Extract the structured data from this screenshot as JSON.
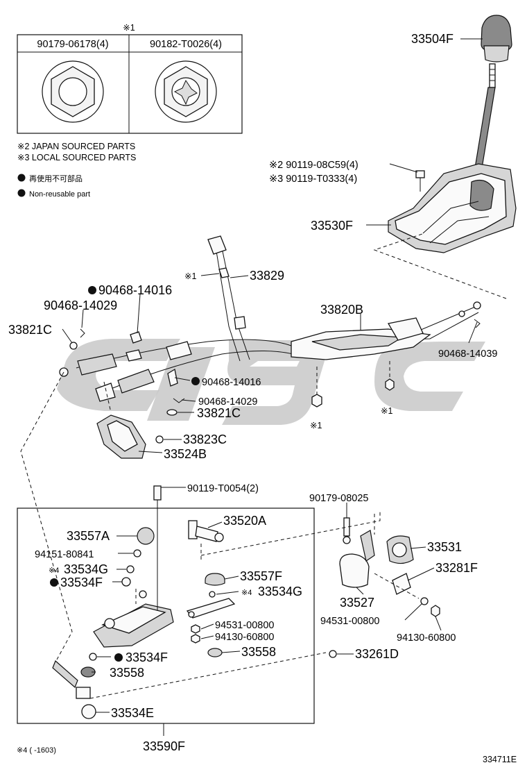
{
  "inset_table": {
    "note_mark": "※1",
    "col_left": "90179-06178(4)",
    "col_right": "90182-T0026(4)"
  },
  "notes": {
    "japan": "※2 JAPAN SOURCED PARTS",
    "local": "※3 LOCAL SOURCED PARTS",
    "nonreuse_jp": "再使用不可部品",
    "nonreuse_en": "Non-reusable part",
    "footnote4": "※4 (      -1603)"
  },
  "parts": {
    "p33504F": "33504F",
    "p90119_08C59": "※2 90119-08C59(4)",
    "p90119_T0333": "※3 90119-T0333(4)",
    "p33530F": "33530F",
    "mark1_a": "※1",
    "p33829": "33829",
    "p90468_14016_a": "90468-14016",
    "p90468_14029_a": "90468-14029",
    "p33821C_a": "33821C",
    "p33820B": "33820B",
    "p90468_14039": "90468-14039",
    "p90468_14016_b": "90468-14016",
    "p90468_14029_b": "90468-14029",
    "p33821C_b": "33821C",
    "mark1_b": "※1",
    "mark1_c": "※1",
    "p33823C": "33823C",
    "p33524B": "33524B",
    "p90119_T0054": "90119-T0054(2)",
    "p90179_08025": "90179-08025",
    "p33557A": "33557A",
    "p33520A": "33520A",
    "p33531": "33531",
    "p94151_80841": "94151-80841",
    "p33534G_a": "33534G",
    "mark4_a": "※4",
    "p33534F_a": "33534F",
    "p33557F": "33557F",
    "p33534G_b": "33534G",
    "mark4_b": "※4",
    "p33281F": "33281F",
    "p33527": "33527",
    "p94531_00800_a": "94531-00800",
    "p94130_60800_a": "94130-60800",
    "p94531_00800_b": "94531-00800",
    "p94130_60800_b": "94130-60800",
    "p33558_a": "33558",
    "p33534F_b": "33534F",
    "p33261D": "33261D",
    "p33558_b": "33558",
    "p33534E": "33534E",
    "p33590F": "33590F"
  },
  "drawing_id": "334711E",
  "icons": {
    "nonreusable": "filled-circle-icon",
    "hex_nut": "hex-nut-icon",
    "lock_nut": "lock-nut-icon"
  },
  "colors": {
    "ink": "#111111",
    "watermark": "#c8c8c8",
    "paper": "#ffffff"
  }
}
